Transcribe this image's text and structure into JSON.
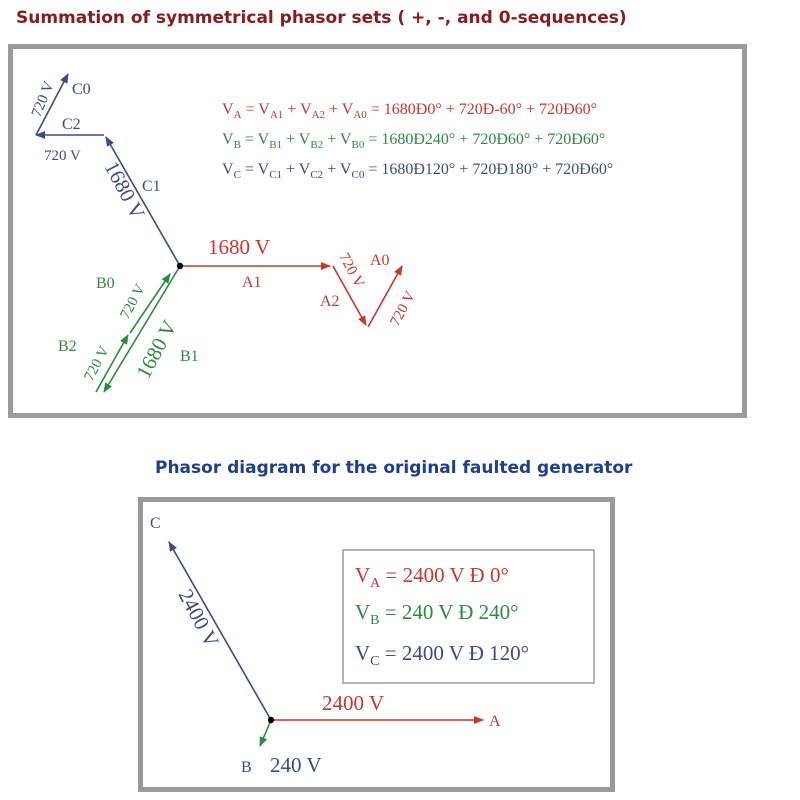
{
  "titles": {
    "top": "Summation of symmetrical phasor sets ( +, -, and 0-sequences)",
    "bottom": "Phasor diagram for the original faulted generator"
  },
  "colors": {
    "red": "#c8372d",
    "green": "#2e8a3e",
    "blue": "#3a4a8c",
    "border": "#9a9a9a"
  },
  "top_diagram": {
    "phasor_labels": {
      "a1": "A1",
      "a2": "A2",
      "a0": "A0",
      "b1": "B1",
      "b2": "B2",
      "b0": "B0",
      "c1": "C1",
      "c2": "C2",
      "c0": "C0"
    },
    "magnitudes": {
      "a1": "1680 V",
      "a2": "720 V",
      "a0": "720 V",
      "b1": "1680 V",
      "b2": "720 V",
      "b0": "720 V",
      "c1": "1680 V",
      "c2": "720 V",
      "c0": "720 V"
    },
    "equations": {
      "va": {
        "lhs": "V",
        "lhs_sub": "A",
        "eq": " = ",
        "t1": "V",
        "t1_sub": "A1",
        "p1": " + ",
        "t2": "V",
        "t2_sub": "A2",
        "p2": " + ",
        "t3": "V",
        "t3_sub": "A0",
        "rhs": " = 1680Ð0° + 720Ð-60° + 720Ð60°"
      },
      "vb": {
        "lhs": "V",
        "lhs_sub": "B",
        "eq": " = ",
        "t1": "V",
        "t1_sub": "B1",
        "p1": " + ",
        "t2": "V",
        "t2_sub": "B2",
        "p2": " + ",
        "t3": "V",
        "t3_sub": "B0",
        "rhs": " = 1680Ð240° + 720Ð60° + 720Ð60°"
      },
      "vc": {
        "lhs": "V",
        "lhs_sub": "C",
        "eq": " = ",
        "t1": "V",
        "t1_sub": "C1",
        "p1": " + ",
        "t2": "V",
        "t2_sub": "C2",
        "p2": " + ",
        "t3": "V",
        "t3_sub": "C0",
        "rhs": " = 1680Ð120° + 720Ð180° + 720Ð60°"
      }
    }
  },
  "bottom_diagram": {
    "phasor_labels": {
      "a": "A",
      "b": "B",
      "c": "C"
    },
    "magnitudes": {
      "a": "2400 V",
      "b": "240 V",
      "c": "2400 V"
    },
    "equations": {
      "va": {
        "lhs": "V",
        "sub": "A",
        "rhs": " = 2400 V Ð 0°"
      },
      "vb": {
        "lhs": "V",
        "sub": "B",
        "rhs": " = 240 V Ð 240°"
      },
      "vc": {
        "lhs": "V",
        "sub": "C",
        "rhs": " = 2400 V Ð 120°"
      }
    }
  }
}
